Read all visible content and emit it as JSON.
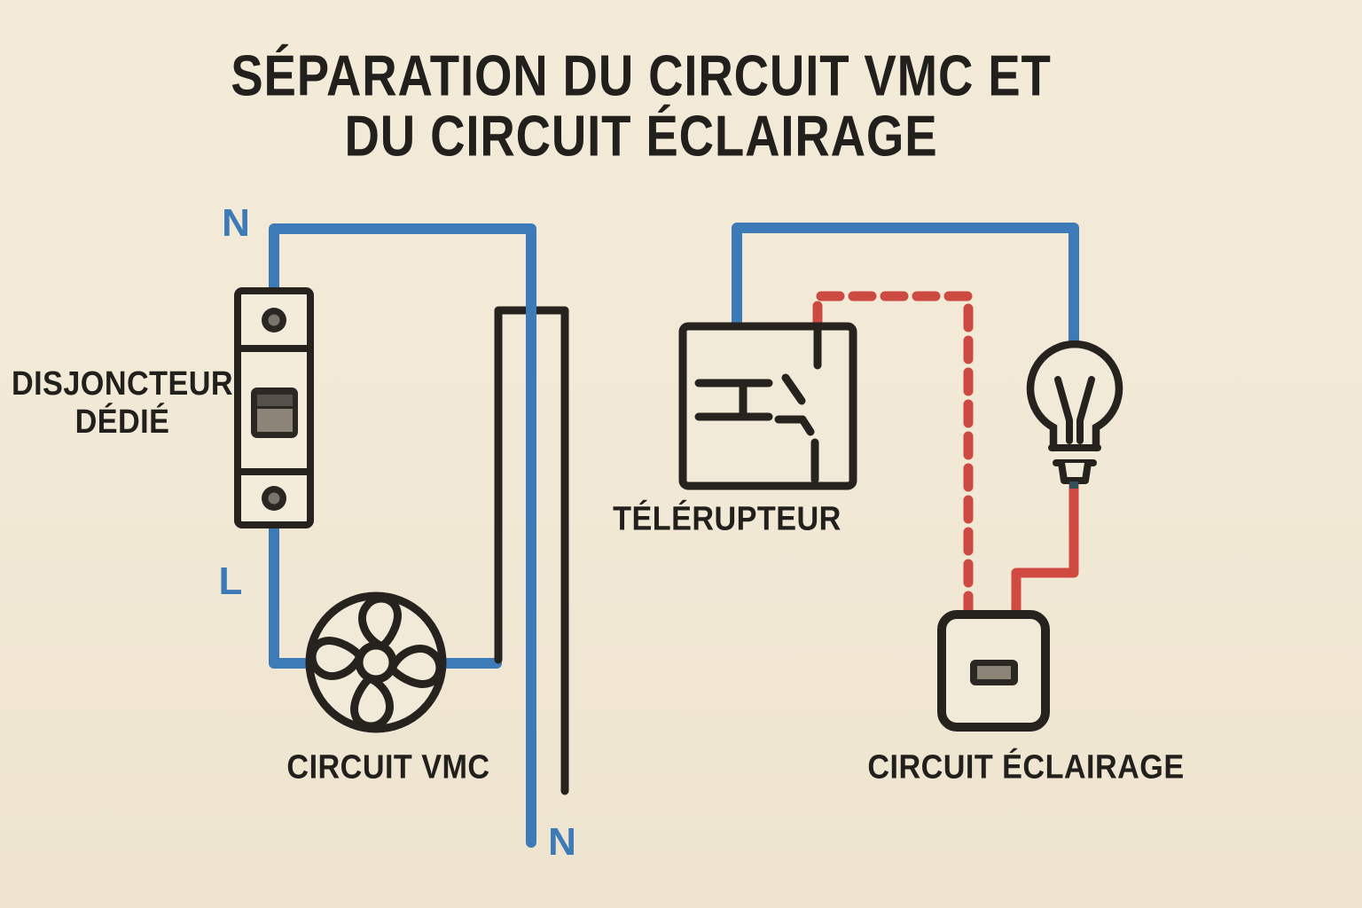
{
  "title": {
    "line1": "SÉPARATION DU CIRCUIT VMC ET",
    "line2": "DU CIRCUIT ÉCLAIRAGE"
  },
  "left_circuit": {
    "neutral_label_top": "N",
    "phase_label": "L",
    "neutral_label_bottom": "N",
    "breaker_label_line1": "DISJONCTEUR",
    "breaker_label_line2": "DÉDIÉ",
    "circuit_label": "CIRCUIT VMC"
  },
  "right_circuit": {
    "relay_label": "TÉLÉRUPTEUR",
    "circuit_label": "CIRCUIT ÉCLAIRAGE"
  },
  "icons": {
    "breaker": "circuit-breaker-icon",
    "fan": "vmc-fan-icon",
    "relay": "telerupteur-relay-icon",
    "bulb": "light-bulb-icon",
    "switch": "wall-switch-icon"
  },
  "colors": {
    "background": "#f1e8d5",
    "line_black": "#26221e",
    "wire_blue": "#3c7ab8",
    "wire_red": "#d04a42",
    "text_dark": "#22201d"
  }
}
